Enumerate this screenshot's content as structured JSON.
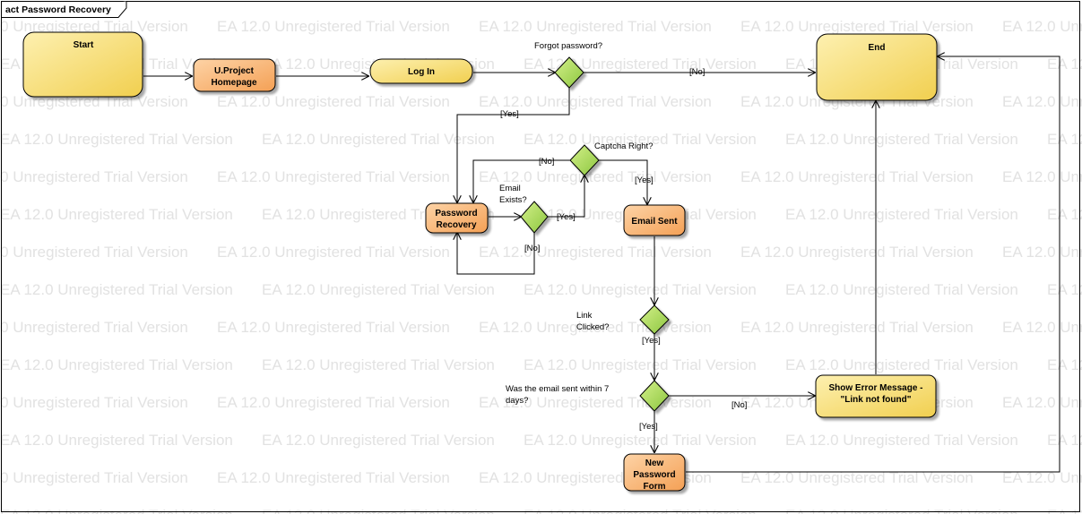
{
  "frame": {
    "title": "act Password Recovery"
  },
  "watermark": {
    "text": "EA 12.0 Unregistered Trial Version"
  },
  "nodes": {
    "start": "Start",
    "homepage": [
      "U.Project",
      "Homepage"
    ],
    "login": "Log In",
    "end": "End",
    "password_recovery": [
      "Password",
      "Recovery"
    ],
    "email_sent": "Email Sent",
    "show_error": [
      "Show Error Message -",
      "\"Link not found\""
    ],
    "new_password_form": [
      "New",
      "Password",
      "Form"
    ]
  },
  "decisions": {
    "forgot_password": "Forgot password?",
    "captcha_right": "Captcha Right?",
    "email_exists": [
      "Email",
      "Exists?"
    ],
    "link_clicked": [
      "Link",
      "Clicked?"
    ],
    "within_7_days": [
      "Was the email sent within 7",
      "days?"
    ]
  },
  "guards": {
    "forgot_no": "[No]",
    "forgot_yes": "[Yes]",
    "captcha_no": "[No]",
    "captcha_yes": "[Yes]",
    "email_yes": "[Yes]",
    "email_no": "[No]",
    "link_yes": "[Yes]",
    "within_no": "[No]",
    "within_yes": "[Yes]"
  },
  "colors": {
    "yellow_node": "#f7dc6f",
    "orange_node": "#f9b26f",
    "decision": "#a5d65a"
  }
}
